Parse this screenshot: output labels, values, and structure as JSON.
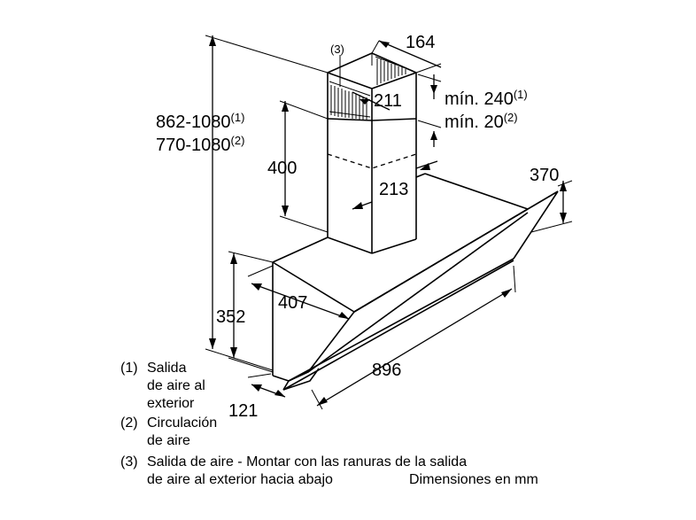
{
  "dimensions": {
    "chimney_width": "164",
    "chimney_top_depth": "211",
    "min_gap_1": "mín. 240",
    "min_gap_1_ref": "(1)",
    "min_gap_2": "mín. 20",
    "min_gap_2_ref": "(2)",
    "total_height_1": "862-1080",
    "total_height_1_ref": "(1)",
    "total_height_2": "770-1080",
    "total_height_2_ref": "(2)",
    "lower_chimney_height": "400",
    "lower_chimney_depth": "213",
    "glass_height": "370",
    "body_depth": "407",
    "body_height": "352",
    "hood_width": "896",
    "bottom_depth": "121",
    "note_ref": "(3)"
  },
  "legend": {
    "item1_ref": "(1)",
    "item1_line1": "Salida",
    "item1_line2": "de aire al",
    "item1_line3": "exterior",
    "item2_ref": "(2)",
    "item2_line1": "Circulación",
    "item2_line2": "de aire",
    "item3_ref": "(3)",
    "item3_line1": "Salida de aire - Montar con las ranuras de la salida",
    "item3_line2": "de aire al exterior hacia abajo",
    "units": "Dimensiones en mm"
  }
}
